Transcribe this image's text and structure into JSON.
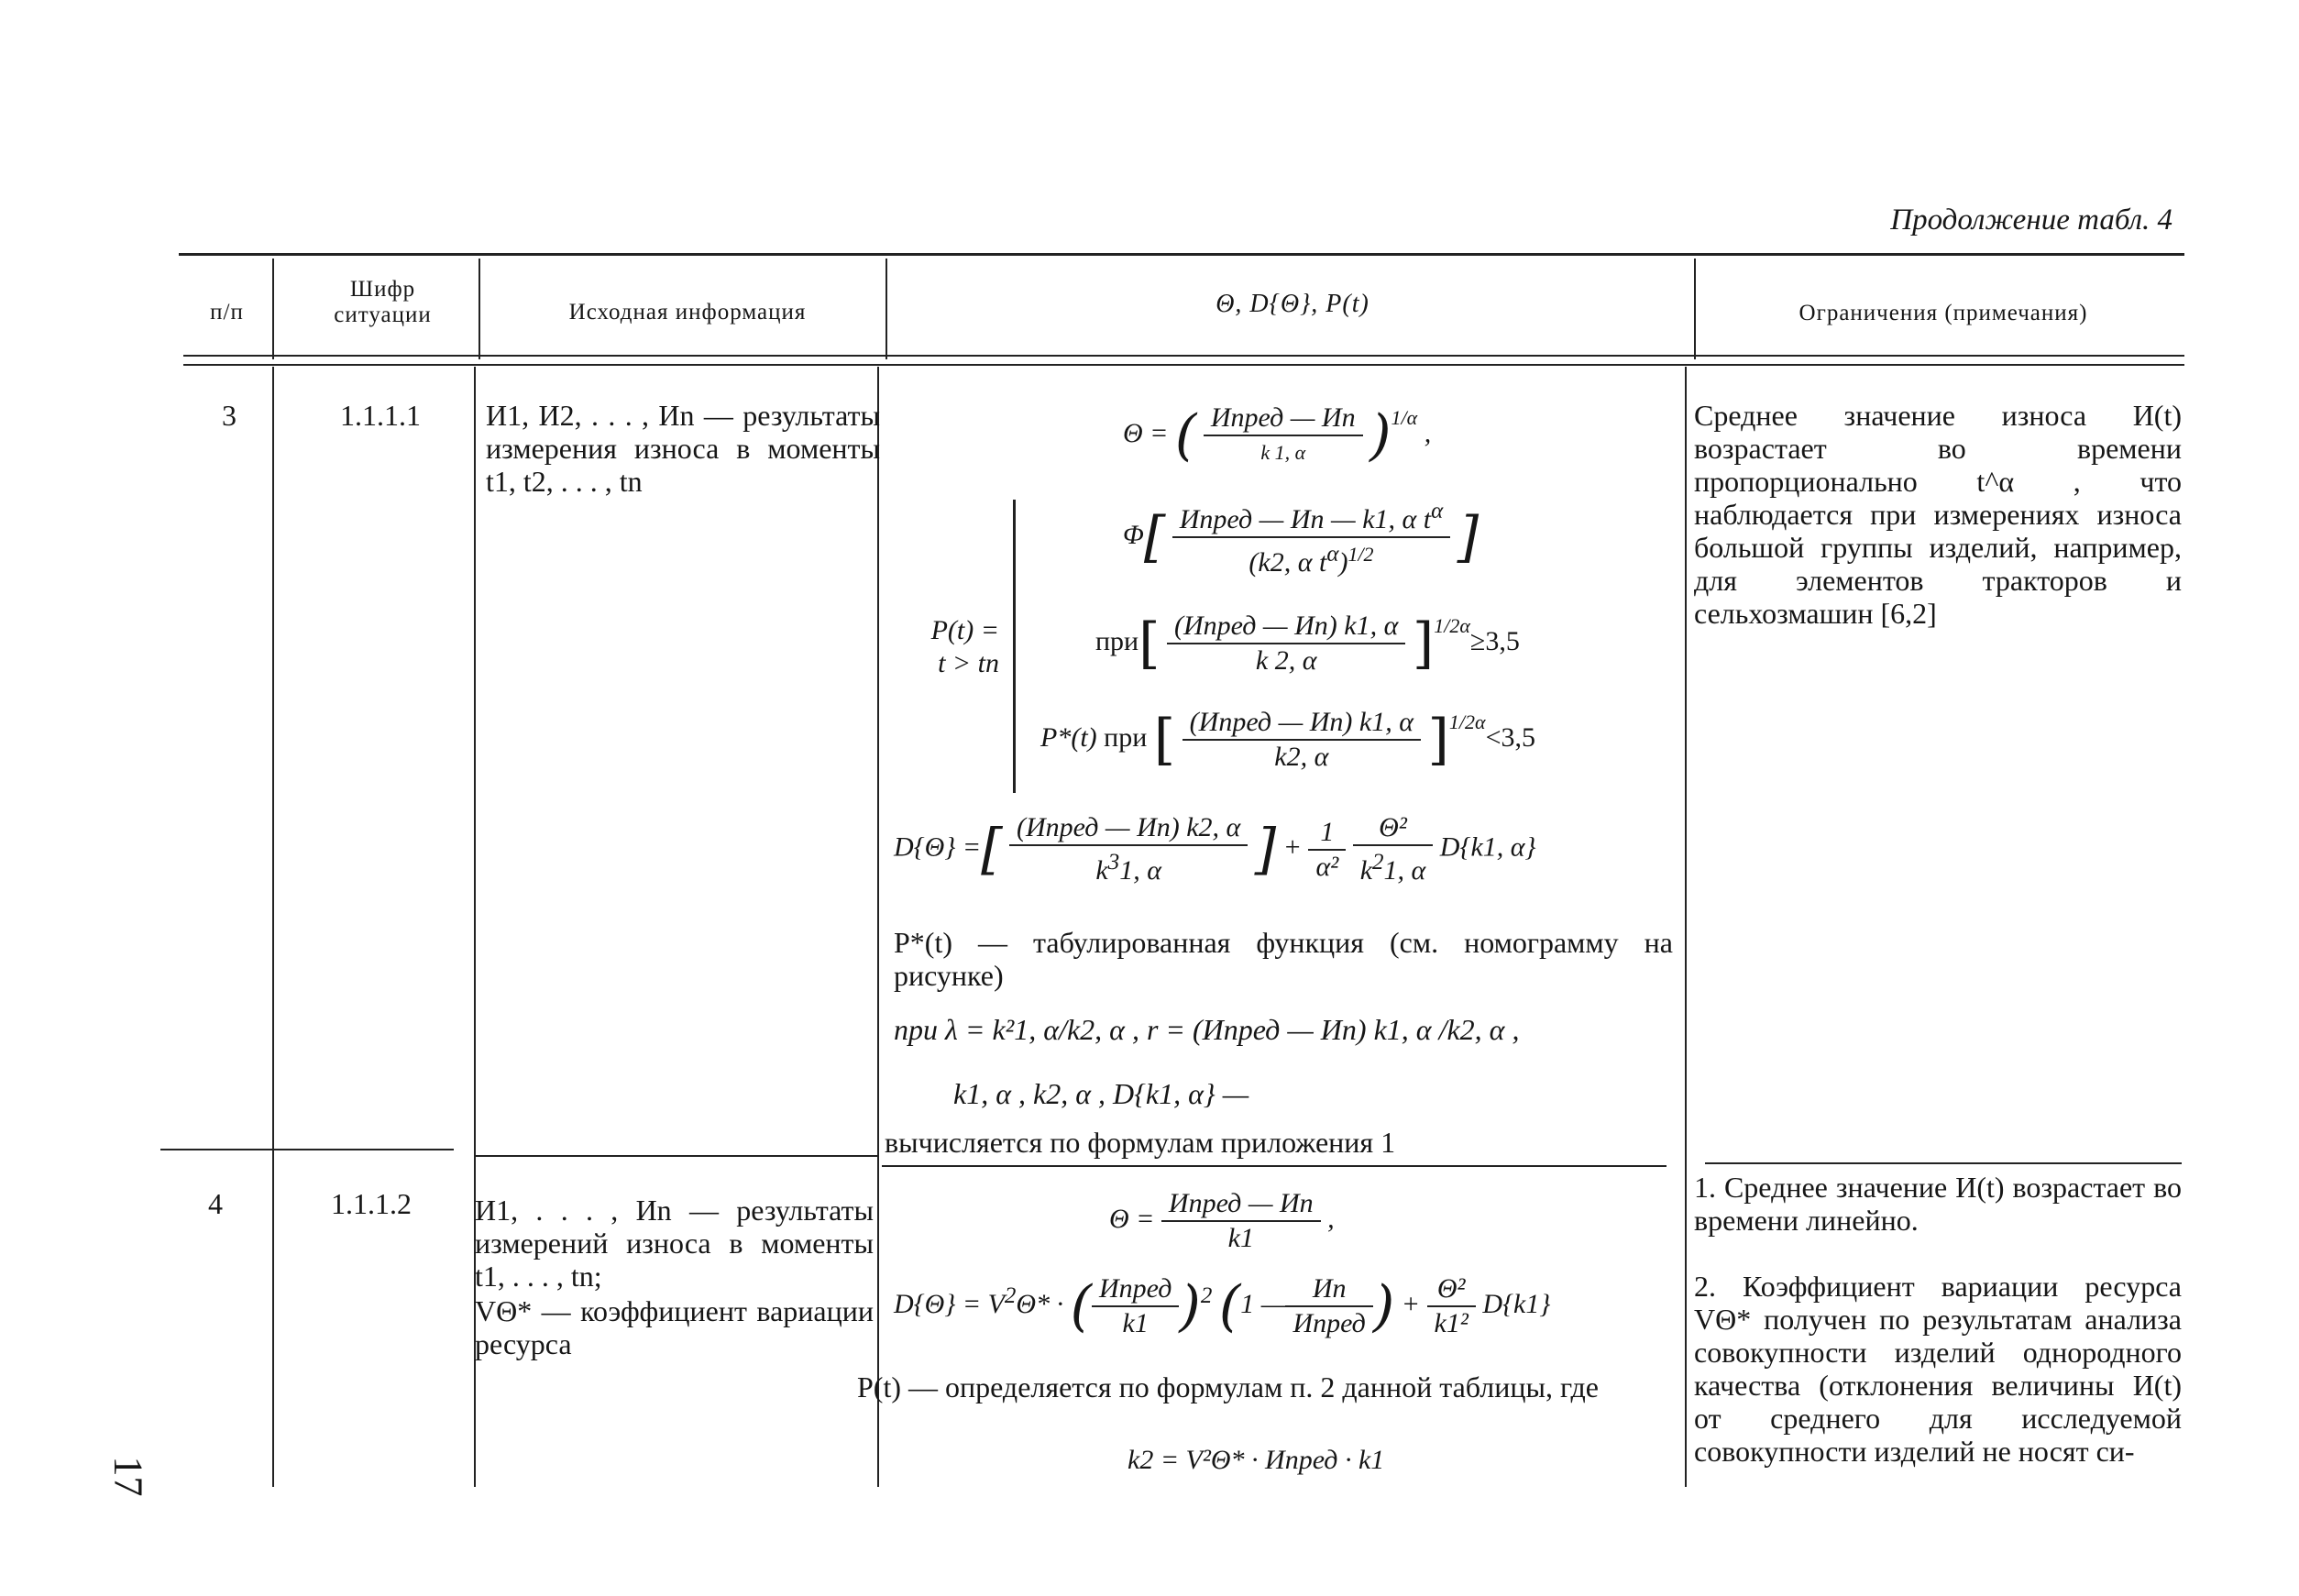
{
  "page": {
    "continuation_label": "Продолжение табл. 4",
    "page_number": "17"
  },
  "table": {
    "headers": {
      "num": "п/п",
      "code": "Шифр ситуации",
      "info": "Исходная информация",
      "formula": "Θ, D{Θ}, P(t)",
      "limits": "Ограничения (примечания)"
    },
    "rows": [
      {
        "num": "3",
        "code": "1.1.1.1",
        "info": "И1, И2, . . . , Иn — результаты измерения износа в моменты t1, t2, . . . , tn",
        "formulas": {
          "theta": "Θ = ( (Ипред — Иn) / k1, α ) ^ 1/α ,",
          "p_label": "P(t) = t > tn",
          "p_case1": "Φ[ (Ипред — Иn — k1, α t^α) / (k2, α t^α)^1/2 ]",
          "p_case2": "при [ (Ипред — Иn) k1, α / k2, α ] ^ 1/2α ≥ 3,5",
          "p_case3": "P*(t) при [ (Ипред — Иn) k1, α / k2, α ] ^ 1/2α < 3,5",
          "d_theta": "D{Θ} = [ (Ипред — Иn) k2, α / k³1, α ] + 1/α² · Θ²/k²1, α · D{k1, α}",
          "note1": "P*(t) — табулированная функция (см. номограмму на рисунке)",
          "note2": "при λ = k²1, α/k2, α , r = (Ипред — Иn) k1, α /k2, α ,",
          "note3": "k1, α , k2, α , D{k1, α} —",
          "note4": "вычисляется по формулам приложения 1"
        },
        "limits": "Среднее значение износа И(t) возрастает во времени пропорционально t^α , что наблюдается при измерениях износа большой группы изделий, например, для элементов тракторов и сельхозмашин [6,2]"
      },
      {
        "num": "4",
        "code": "1.1.1.2",
        "info1": "И1, . . . , Иn — результаты измерений износа в моменты t1, . . . , tn;",
        "info2": "VΘ* — коэффициент вариации ресурса",
        "formulas": {
          "theta": "Θ = (Ипред — Иn) / k1 ,",
          "d_theta": "D{Θ} = V²Θ* · (Ипред / k1)² (1 — Иn / Ипред) + Θ² / k1² D{k1}",
          "note1": "P(t) — определяется по формулам п. 2 данной таблицы, где",
          "note2": "k2 = V²Θ* · Ипред · k1"
        },
        "limits1": "1. Среднее значение И(t) возрастает во времени линейно.",
        "limits2": "2. Коэффициент вариации ресурса VΘ* получен по результатам анализа совокупности изделий однородного качества (отклонения величины И(t) от среднего для исследуемой совокупности изделий не носят си-"
      }
    ]
  }
}
